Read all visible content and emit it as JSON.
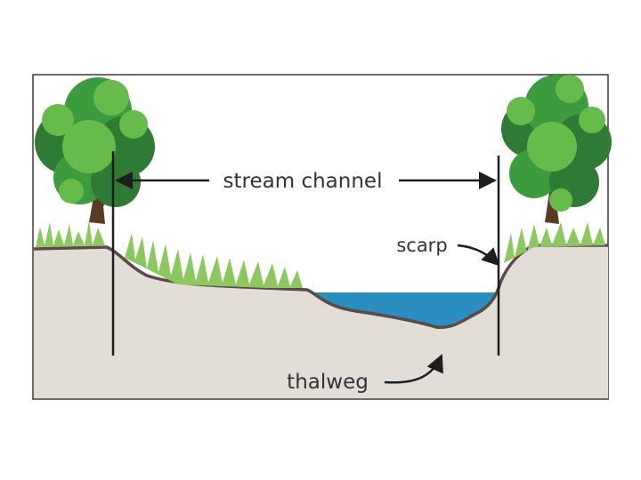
{
  "labels": {
    "stream_channel": "stream channel",
    "scarp": "scarp",
    "thalweg": "thalweg"
  },
  "colors": {
    "ground": "#e2ddd7",
    "ground_outline": "#5a4a48",
    "water": "#2b8ec1",
    "foliage_dark": "#2f7a34",
    "foliage_mid": "#3c9b3f",
    "foliage_light": "#66bb4a",
    "grass": "#8cc760",
    "trunk": "#5a3a22",
    "arrow": "#1e1e1e",
    "frame": "#3a3a3a"
  }
}
